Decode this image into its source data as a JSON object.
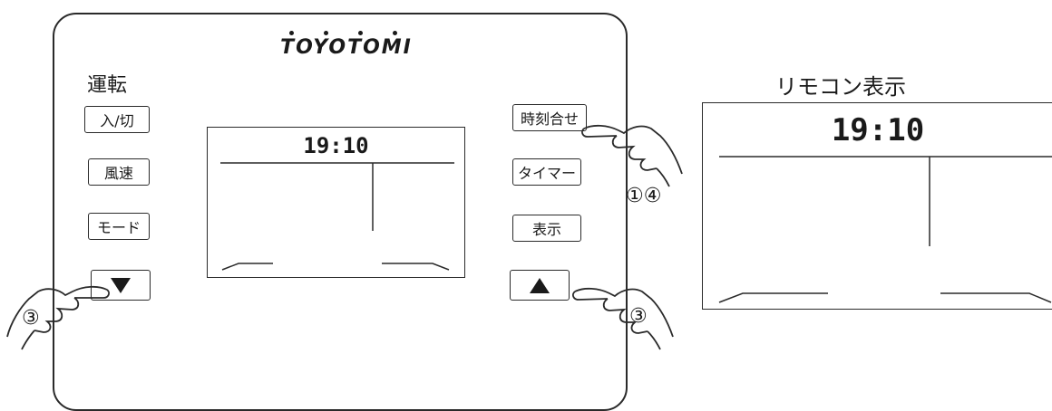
{
  "remote": {
    "brand": "TOYOTOMI",
    "operation_label": "運転",
    "left_buttons": [
      "入/切",
      "風速",
      "モード"
    ],
    "right_buttons": [
      "時刻合せ",
      "タイマー",
      "表示"
    ],
    "down_arrow_icon": "triangle-down-icon",
    "up_arrow_icon": "triangle-up-icon"
  },
  "display": {
    "time": "19:10"
  },
  "remote_display_panel": {
    "title": "リモコン表示",
    "time": "19:10"
  },
  "step_markers": {
    "time_set": "①④",
    "down": "③",
    "up": "③"
  }
}
